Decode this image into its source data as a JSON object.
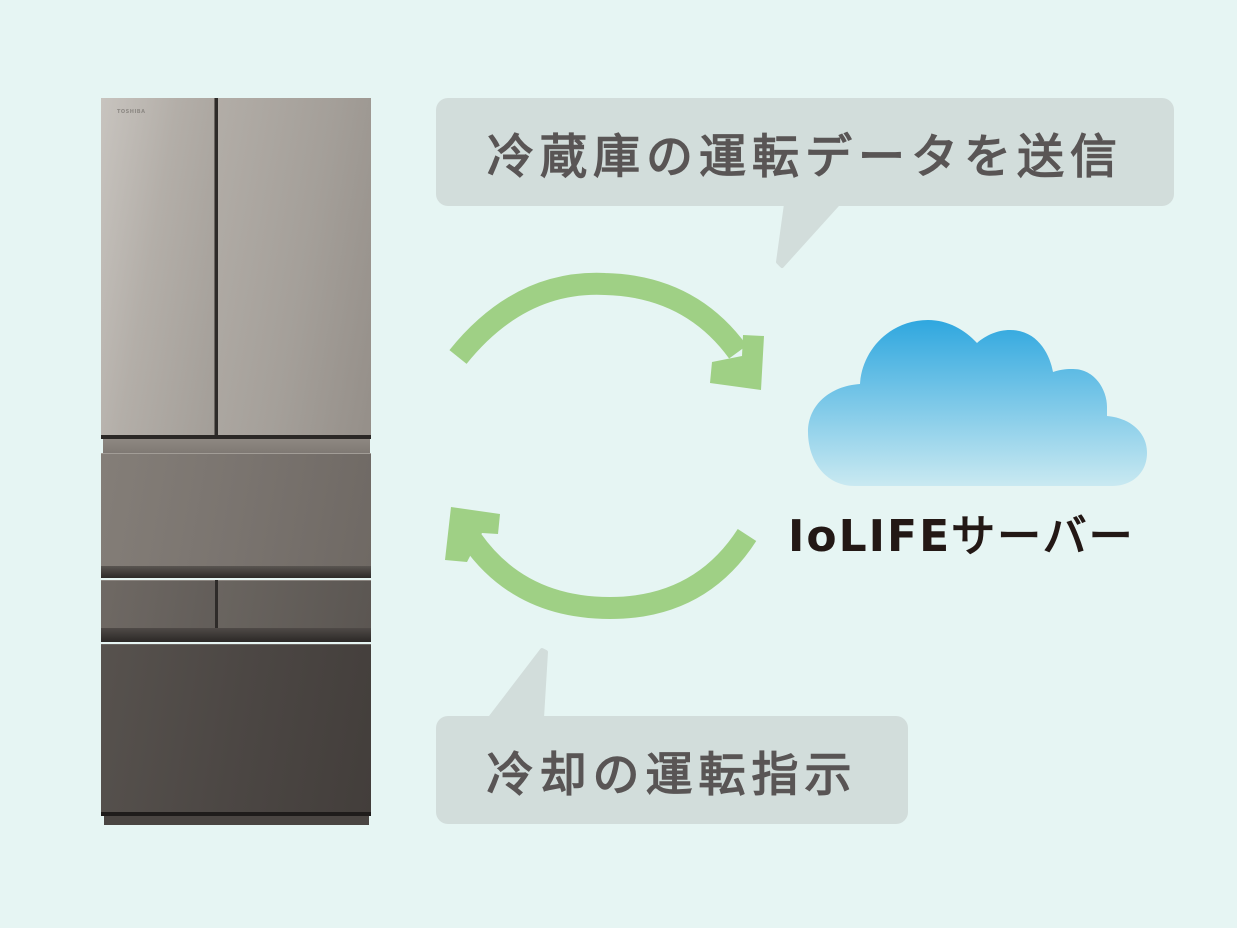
{
  "diagram": {
    "background_color": "#e6f5f3",
    "appliance": {
      "type": "refrigerator",
      "brand": "TOSHIBA"
    },
    "bubbles": [
      {
        "id": "send-data",
        "text": "冷蔵庫の運転データを送信"
      },
      {
        "id": "cooling-instruction",
        "text": "冷却の運転指示"
      }
    ],
    "server": {
      "label": "IoLIFEサーバー",
      "icon": "cloud-icon"
    },
    "arrows": [
      {
        "direction": "refrigerator-to-server",
        "color": "#9fd085"
      },
      {
        "direction": "server-to-refrigerator",
        "color": "#9fd085"
      }
    ],
    "colors": {
      "bubble_bg": "#d2dddb",
      "bubble_text": "#595555",
      "cloud_top": "#2fa7df",
      "cloud_bottom": "#c9e9f1",
      "server_text": "#231815"
    }
  }
}
